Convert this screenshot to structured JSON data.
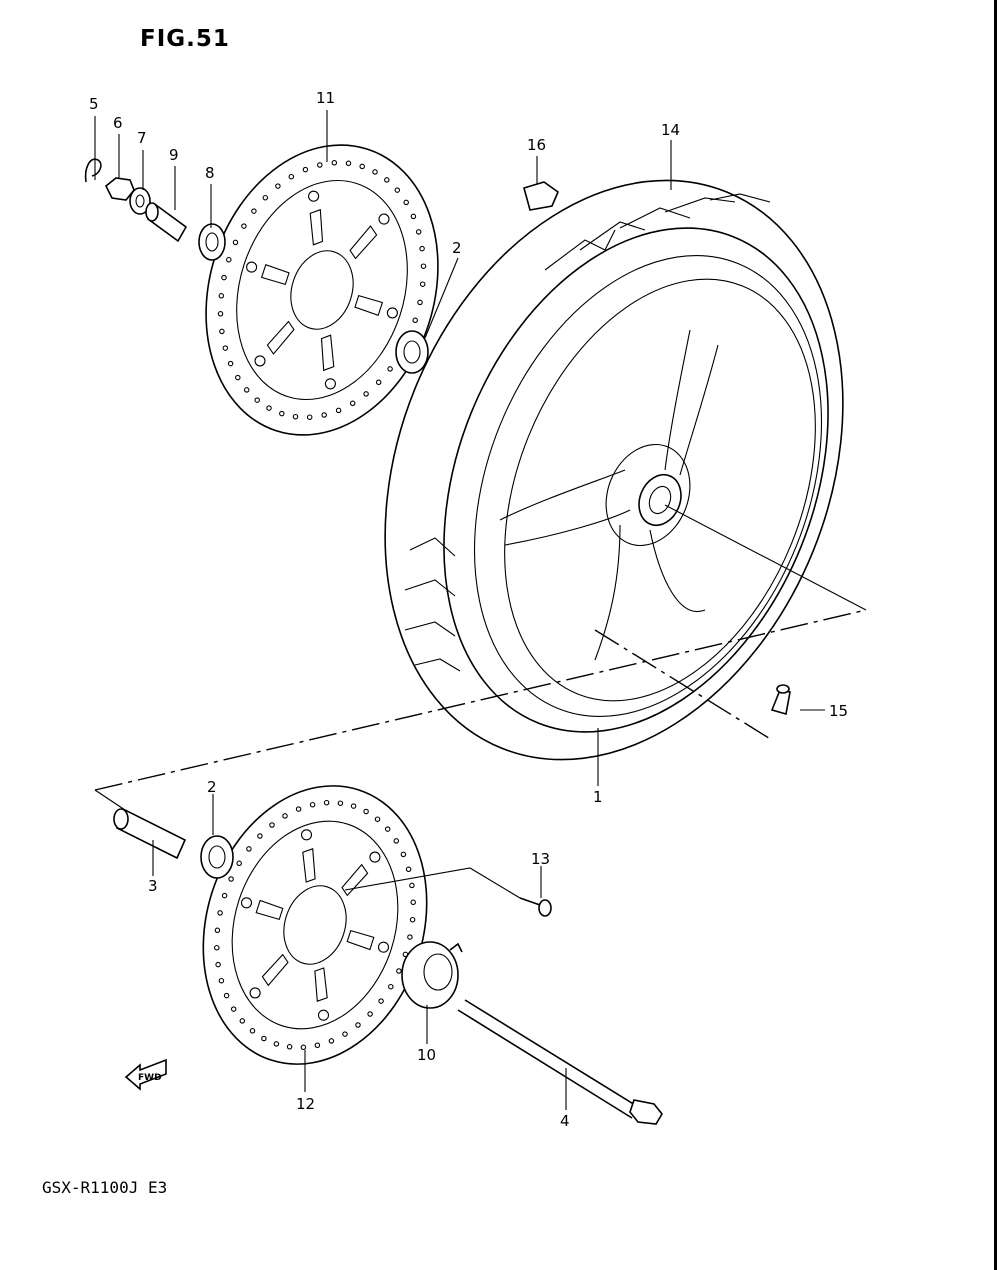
{
  "figure": {
    "title": "FIG.51",
    "footer": "GSX-R1100J E3"
  },
  "callouts": [
    {
      "id": "c1",
      "label": "1"
    },
    {
      "id": "c2a",
      "label": "2"
    },
    {
      "id": "c2b",
      "label": "2"
    },
    {
      "id": "c3",
      "label": "3"
    },
    {
      "id": "c4",
      "label": "4"
    },
    {
      "id": "c5",
      "label": "5"
    },
    {
      "id": "c6",
      "label": "6"
    },
    {
      "id": "c7",
      "label": "7"
    },
    {
      "id": "c8",
      "label": "8"
    },
    {
      "id": "c9",
      "label": "9"
    },
    {
      "id": "c10",
      "label": "10"
    },
    {
      "id": "c11",
      "label": "11"
    },
    {
      "id": "c12",
      "label": "12"
    },
    {
      "id": "c13",
      "label": "13"
    },
    {
      "id": "c14",
      "label": "14"
    },
    {
      "id": "c15",
      "label": "15"
    },
    {
      "id": "c16",
      "label": "16"
    }
  ],
  "fwd_marker": "FWD"
}
